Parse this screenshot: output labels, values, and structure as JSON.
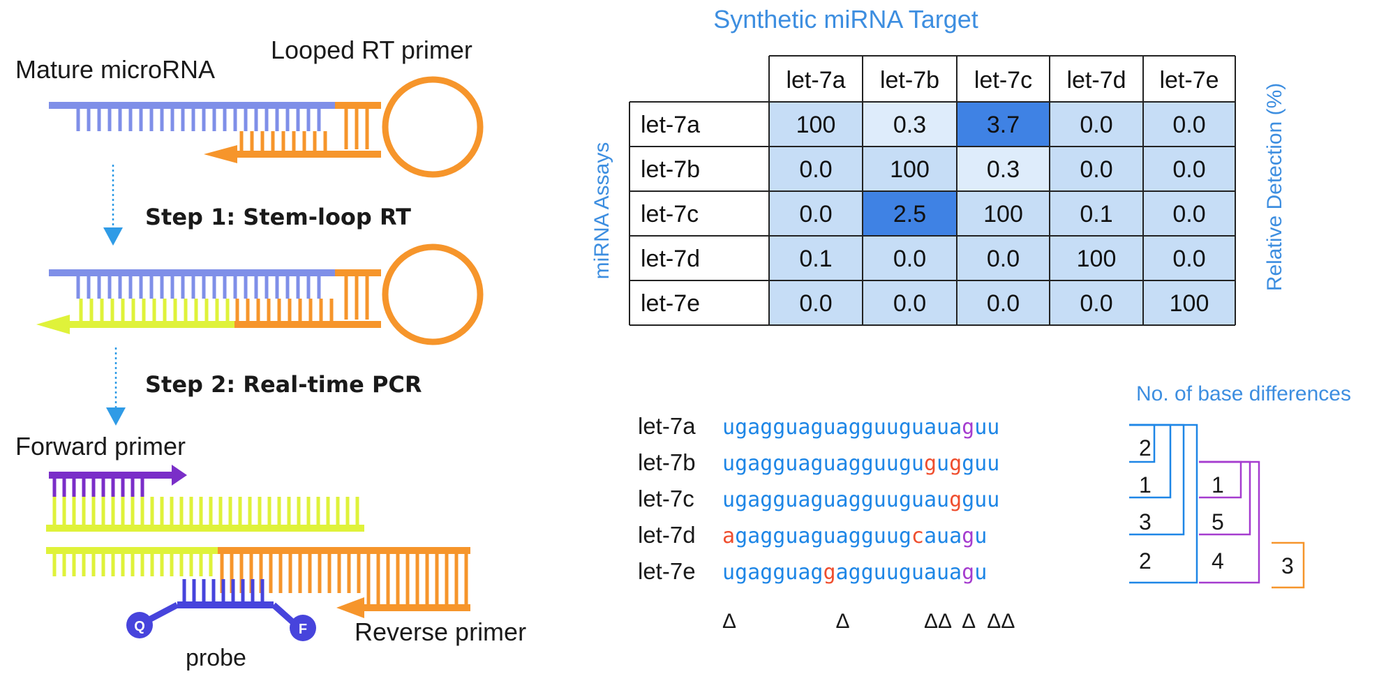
{
  "protocol": {
    "labels": {
      "mature_microrna": "Mature microRNA",
      "looped_rt_primer": "Looped RT primer",
      "step1": "Step 1: Stem-loop RT",
      "step2": "Step 2: Real-time PCR",
      "forward_primer": "Forward primer",
      "reverse_primer": "Reverse primer",
      "probe": "probe",
      "quencher": "Q",
      "fluorophore": "F"
    },
    "colors": {
      "microrna": "#7f8fe8",
      "rt_primer": "#f6952b",
      "cdna": "#dff23a",
      "forward_primer": "#7a2ec8",
      "probe": "#4744dc",
      "arrow": "#2f9be6"
    }
  },
  "table": {
    "title": "Synthetic miRNA Target",
    "row_axis_label": "miRNA Assays",
    "side_label": "Relative Detection (%)",
    "columns": [
      "let-7a",
      "let-7b",
      "let-7c",
      "let-7d",
      "let-7e"
    ],
    "rows": [
      {
        "name": "let-7a",
        "values": [
          "100",
          "0.3",
          "3.7",
          "0.0",
          "0.0"
        ],
        "shade": [
          "base",
          "light",
          "dark",
          "base",
          "base"
        ]
      },
      {
        "name": "let-7b",
        "values": [
          "0.0",
          "100",
          "0.3",
          "0.0",
          "0.0"
        ],
        "shade": [
          "base",
          "base",
          "light",
          "base",
          "base"
        ]
      },
      {
        "name": "let-7c",
        "values": [
          "0.0",
          "2.5",
          "100",
          "0.1",
          "0.0"
        ],
        "shade": [
          "base",
          "dark",
          "base",
          "base",
          "base"
        ]
      },
      {
        "name": "let-7d",
        "values": [
          "0.1",
          "0.0",
          "0.0",
          "100",
          "0.0"
        ],
        "shade": [
          "base",
          "base",
          "base",
          "base",
          "base"
        ]
      },
      {
        "name": "let-7e",
        "values": [
          "0.0",
          "0.0",
          "0.0",
          "0.0",
          "100"
        ],
        "shade": [
          "base",
          "base",
          "base",
          "base",
          "base"
        ]
      }
    ],
    "colors": {
      "base": "#c6ddf6",
      "light": "#deecfb",
      "dark": "#3f82e4",
      "grid": "#222222"
    }
  },
  "sequences": {
    "header": "No. of base differences",
    "colors": {
      "base": "#1e86e6",
      "mismatch": "#ef4e2e",
      "variant": "#a53ccf"
    },
    "items": [
      {
        "name": "let-7a",
        "segments": [
          {
            "text": "ugagguaguagguuguaua",
            "color": "base"
          },
          {
            "text": "g",
            "color": "variant"
          },
          {
            "text": "uu",
            "color": "base"
          }
        ]
      },
      {
        "name": "let-7b",
        "segments": [
          {
            "text": "ugagguaguagguugu",
            "color": "base"
          },
          {
            "text": "g",
            "color": "mismatch"
          },
          {
            "text": "u",
            "color": "base"
          },
          {
            "text": "g",
            "color": "mismatch"
          },
          {
            "text": "guu",
            "color": "base"
          }
        ]
      },
      {
        "name": "let-7c",
        "segments": [
          {
            "text": "ugagguaguagguuguau",
            "color": "base"
          },
          {
            "text": "g",
            "color": "mismatch"
          },
          {
            "text": "guu",
            "color": "base"
          }
        ]
      },
      {
        "name": "let-7d",
        "segments": [
          {
            "text": "a",
            "color": "mismatch"
          },
          {
            "text": "gagguaguagguug",
            "color": "base"
          },
          {
            "text": "c",
            "color": "mismatch"
          },
          {
            "text": "aua",
            "color": "base"
          },
          {
            "text": "g",
            "color": "variant"
          },
          {
            "text": "u",
            "color": "base"
          }
        ]
      },
      {
        "name": "let-7e",
        "segments": [
          {
            "text": "ugagguag",
            "color": "base"
          },
          {
            "text": "g",
            "color": "mismatch"
          },
          {
            "text": "agguuguaua",
            "color": "base"
          },
          {
            "text": "g",
            "color": "variant"
          },
          {
            "text": "u",
            "color": "base"
          }
        ]
      }
    ],
    "delta_marks": [
      "Δ",
      "Δ",
      "ΔΔ",
      "Δ",
      "ΔΔ"
    ],
    "blue_bracket_numbers": [
      "2",
      "1",
      "3",
      "2"
    ],
    "purple_bracket_numbers": [
      "1",
      "5",
      "4"
    ],
    "orange_bracket_number": "3",
    "bracket_colors": {
      "blue": "#1e86e6",
      "purple": "#a53ccf",
      "orange": "#f6952b"
    }
  }
}
